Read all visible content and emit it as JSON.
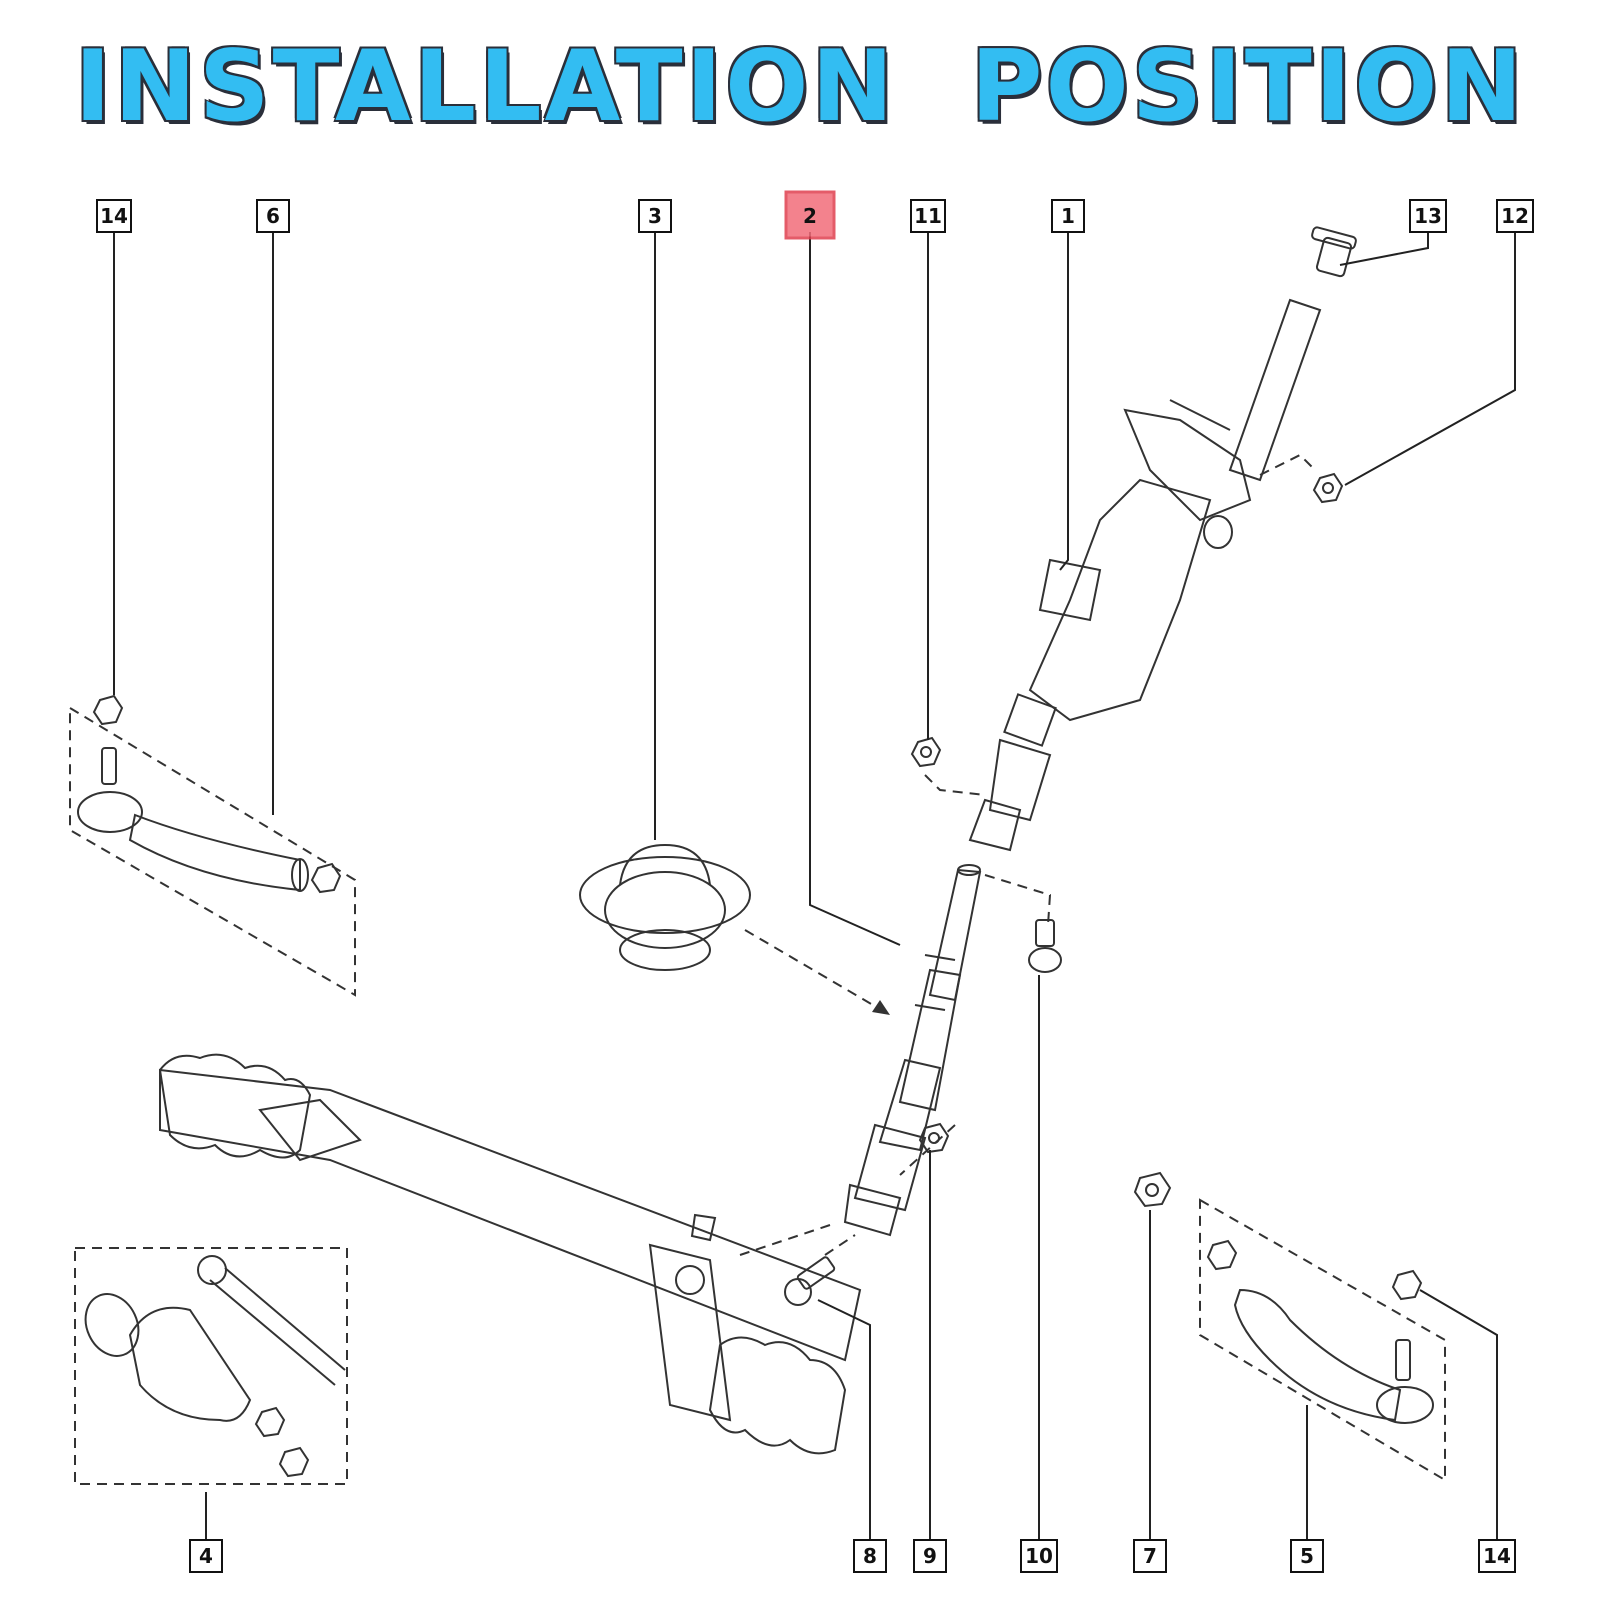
{
  "title": "INSTALLATION  POSITION",
  "callouts": {
    "c14a": "14",
    "c6": "6",
    "c3": "3",
    "c2": "2",
    "c11": "11",
    "c1": "1",
    "c13": "13",
    "c12": "12",
    "c4": "4",
    "c8": "8",
    "c9": "9",
    "c10": "10",
    "c7": "7",
    "c5": "5",
    "c14b": "14"
  },
  "highlight_color": "#f26d7a",
  "title_color": "#33bdf2"
}
